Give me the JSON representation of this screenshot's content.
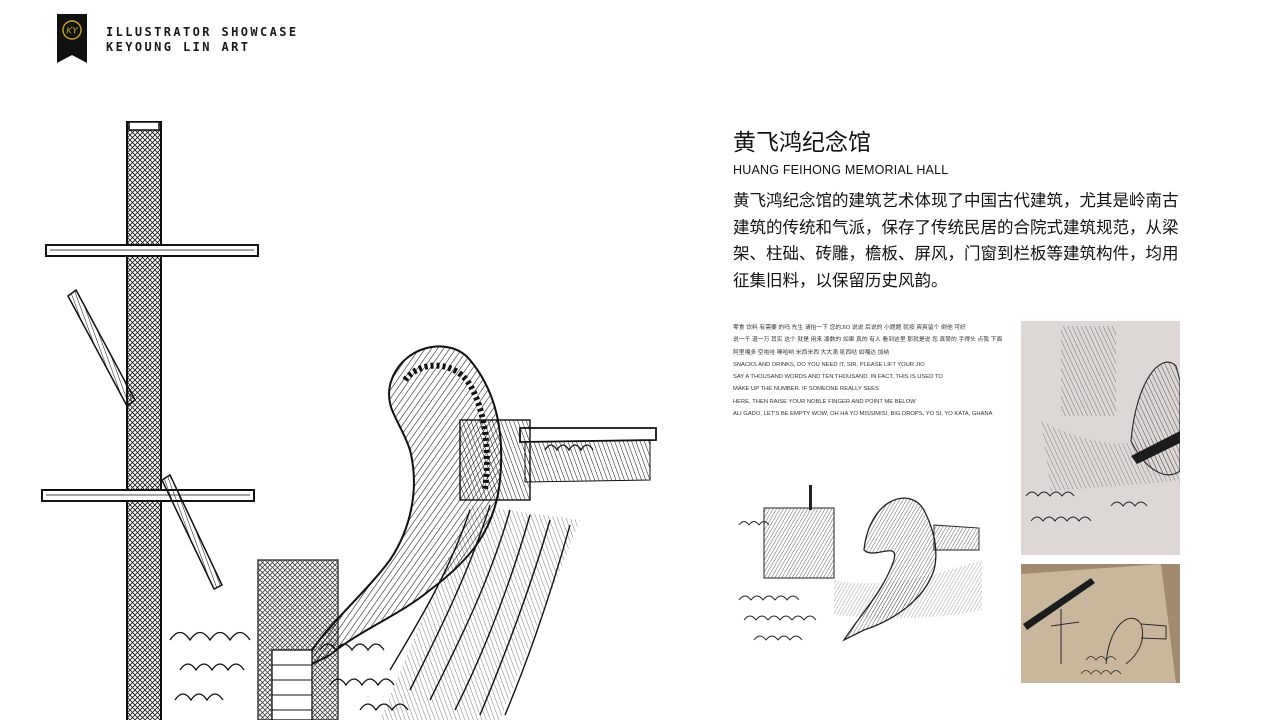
{
  "brand": {
    "logo_text": "KY",
    "line1": "ILLUSTRATOR SHOWCASE",
    "line2": "KEYOUNG LIN ART"
  },
  "header": {
    "title_cn": "黄飞鸿纪念馆",
    "title_en": "HUANG FEIHONG MEMORIAL HALL"
  },
  "description": "黄飞鸿纪念馆的建筑艺术体现了中国古代建筑，尤其是岭南古建筑的传统和气派，保存了传统民居的合院式建筑规范，从梁架、柱础、砖雕，檐板、屏风，门窗到栏板等建筑构件，均用征集旧料，以保留历史风韵。",
  "small_text": [
    "零食 饮料 有需要 的吗 先生 请抬一下 您的JIO 说说 后说的 小题题 就按 爽爽留个 倒他 可好",
    "说一千 道一万 其实 这个 就是 用来 凑数的 如果 真的 有人 看到这里 那就是说 您 真赞的 手得头 点我 下面",
    "阿里嘎多 空啦哇 噢哈哟 米西米西 大大滴 吼西哒 如嘎达 加纳",
    "SNACKS AND DRINKS, DO YOU NEED IT, SIR, PLEASE LIFT YOUR JIO",
    "SAY A THOUSAND WORDS AND TEN THOUSAND. IN FACT, THIS IS USED TO",
    " MAKE UP THE NUMBER. IF SOMEONE REALLY SEES",
    "HERE, THEN RAISE YOUR NOBLE FINGER AND POINT ME BELOW",
    "ALI GADO, LET'S BE EMPTY WOW, OH HA YO MISSIMISI, BIG DROPS, YO SI, YO KATA, GHANA"
  ],
  "colors": {
    "logo_bg": "#111111",
    "logo_ring": "#c9a227",
    "ink": "#111111",
    "photo1_bg": "#ddd8d6",
    "photo2_bg": "#a08a70"
  }
}
